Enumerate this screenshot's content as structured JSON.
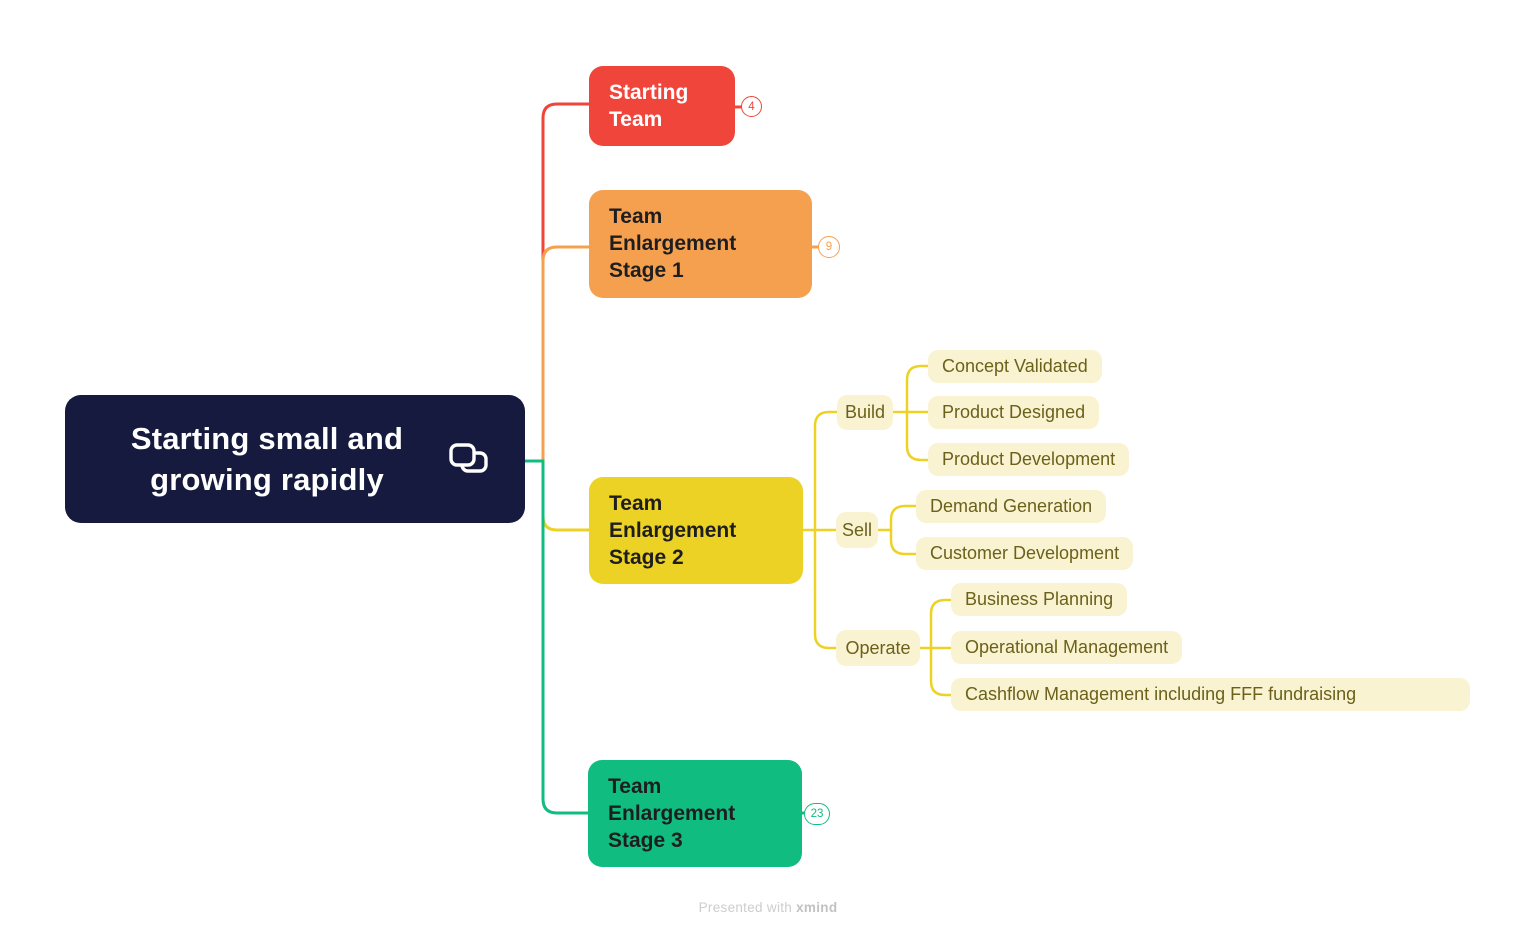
{
  "root": {
    "label": "Starting small and growing rapidly",
    "icon": "linked-topics-icon"
  },
  "branches": [
    {
      "label": "Starting Team",
      "count": "4",
      "color": "#F0453A"
    },
    {
      "label": "Team Enlargement Stage 1",
      "count": "9",
      "color": "#F5A04E"
    },
    {
      "label": "Team Enlargement Stage 2",
      "color": "#EDD226"
    },
    {
      "label": "Team Enlargement Stage 3",
      "count": "23",
      "color": "#10BC7F"
    }
  ],
  "stage2_subtopics": [
    {
      "label": "Build",
      "children": [
        "Concept Validated",
        "Product Designed",
        "Product Development"
      ]
    },
    {
      "label": "Sell",
      "children": [
        "Demand Generation",
        "Customer Development"
      ]
    },
    {
      "label": "Operate",
      "children": [
        "Business Planning",
        "Operational Management",
        "Cashflow Management including FFF fundraising"
      ]
    }
  ],
  "footer": {
    "prefix": "Presented with",
    "brand": "xmind"
  },
  "colors": {
    "root_background": "#151A3E",
    "branch_red": "#F0453A",
    "branch_orange": "#F5A04E",
    "branch_yellow": "#EDD226",
    "branch_green": "#10BC7F",
    "subtopic_background": "#FAF3D2",
    "subtopic_text": "#6B611B",
    "canvas_background": "#ffffff"
  }
}
